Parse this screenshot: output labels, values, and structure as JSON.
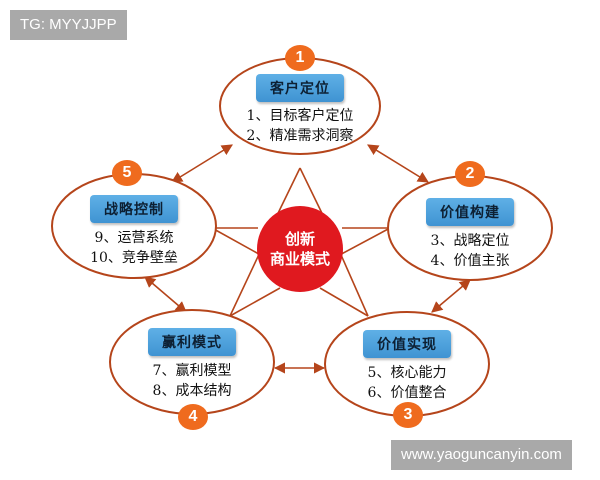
{
  "watermarks": {
    "top": "TG: MYYJJPP",
    "bottom": "www.yaoguncanyin.com"
  },
  "center": {
    "line1": "创新",
    "line2": "商业模式",
    "color": "#e0191f"
  },
  "colors": {
    "ellipse_stroke": "#b5451b",
    "badge": "#ef6b1e",
    "title_box": "#4a9fdc",
    "watermark_bg": "#a9a9a9"
  },
  "nodes": [
    {
      "number": "1",
      "title": "客户定位",
      "items": [
        "1、目标客户定位",
        "2、精准需求洞察"
      ]
    },
    {
      "number": "2",
      "title": "价值构建",
      "items": [
        "3、战略定位",
        "4、价值主张"
      ]
    },
    {
      "number": "3",
      "title": "价值实现",
      "items": [
        "5、核心能力",
        "6、价值整合"
      ]
    },
    {
      "number": "4",
      "title": "赢利模式",
      "items": [
        "7、赢利模型",
        "8、成本结构"
      ]
    },
    {
      "number": "5",
      "title": "战略控制",
      "items": [
        "9、运营系统",
        "10、竞争壁垒"
      ]
    }
  ]
}
